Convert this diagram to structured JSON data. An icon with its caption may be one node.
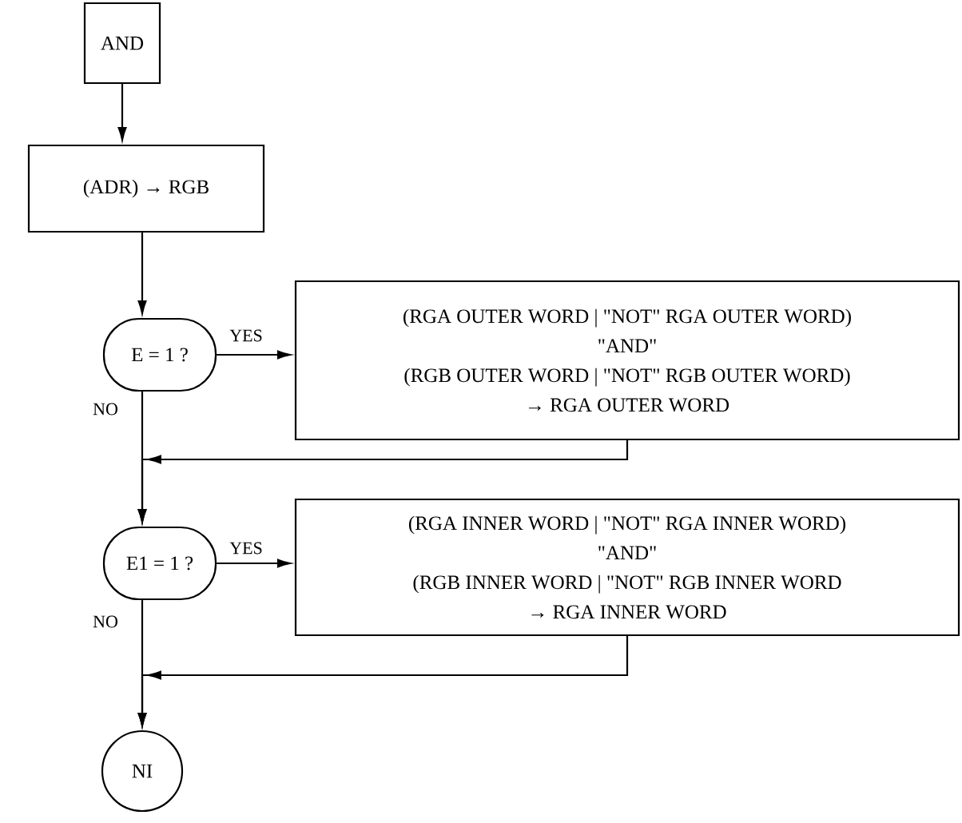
{
  "diagram": {
    "nodes": [
      {
        "text": [
          "AND"
        ]
      },
      {
        "text": [
          "(ADR) → RGB"
        ]
      },
      {
        "text": [
          "E = 1   ?"
        ]
      },
      {
        "text": [
          "(RGA OUTER WORD | \"NOT\" RGA OUTER WORD)",
          "\"AND\"",
          "(RGB OUTER WORD | \"NOT\" RGB OUTER WORD)",
          "→ RGA OUTER WORD"
        ]
      },
      {
        "text": [
          "E1 = 1   ?"
        ]
      },
      {
        "text": [
          "(RGA INNER WORD | \"NOT\" RGA INNER WORD)",
          "\"AND\"",
          "(RGB INNER WORD | \"NOT\" RGB INNER WORD",
          "→ RGA INNER WORD"
        ]
      },
      {
        "text": [
          "NI"
        ]
      }
    ],
    "edges": [
      {
        "from": 0,
        "to": 1,
        "arrow": "to"
      },
      {
        "from": 1,
        "to": 2,
        "arrow": "to"
      },
      {
        "from": 2,
        "to": 3,
        "arrow": "to",
        "label": "YES"
      },
      {
        "from": 2,
        "to": 4,
        "arrow": "to",
        "label": "NO"
      },
      {
        "from": 3,
        "to": 4,
        "arrow": "to"
      },
      {
        "from": 4,
        "to": 5,
        "arrow": "to",
        "label": "YES"
      },
      {
        "from": 4,
        "to": 6,
        "arrow": "to",
        "label": "NO"
      },
      {
        "from": 5,
        "to": 6,
        "arrow": "to"
      }
    ]
  }
}
